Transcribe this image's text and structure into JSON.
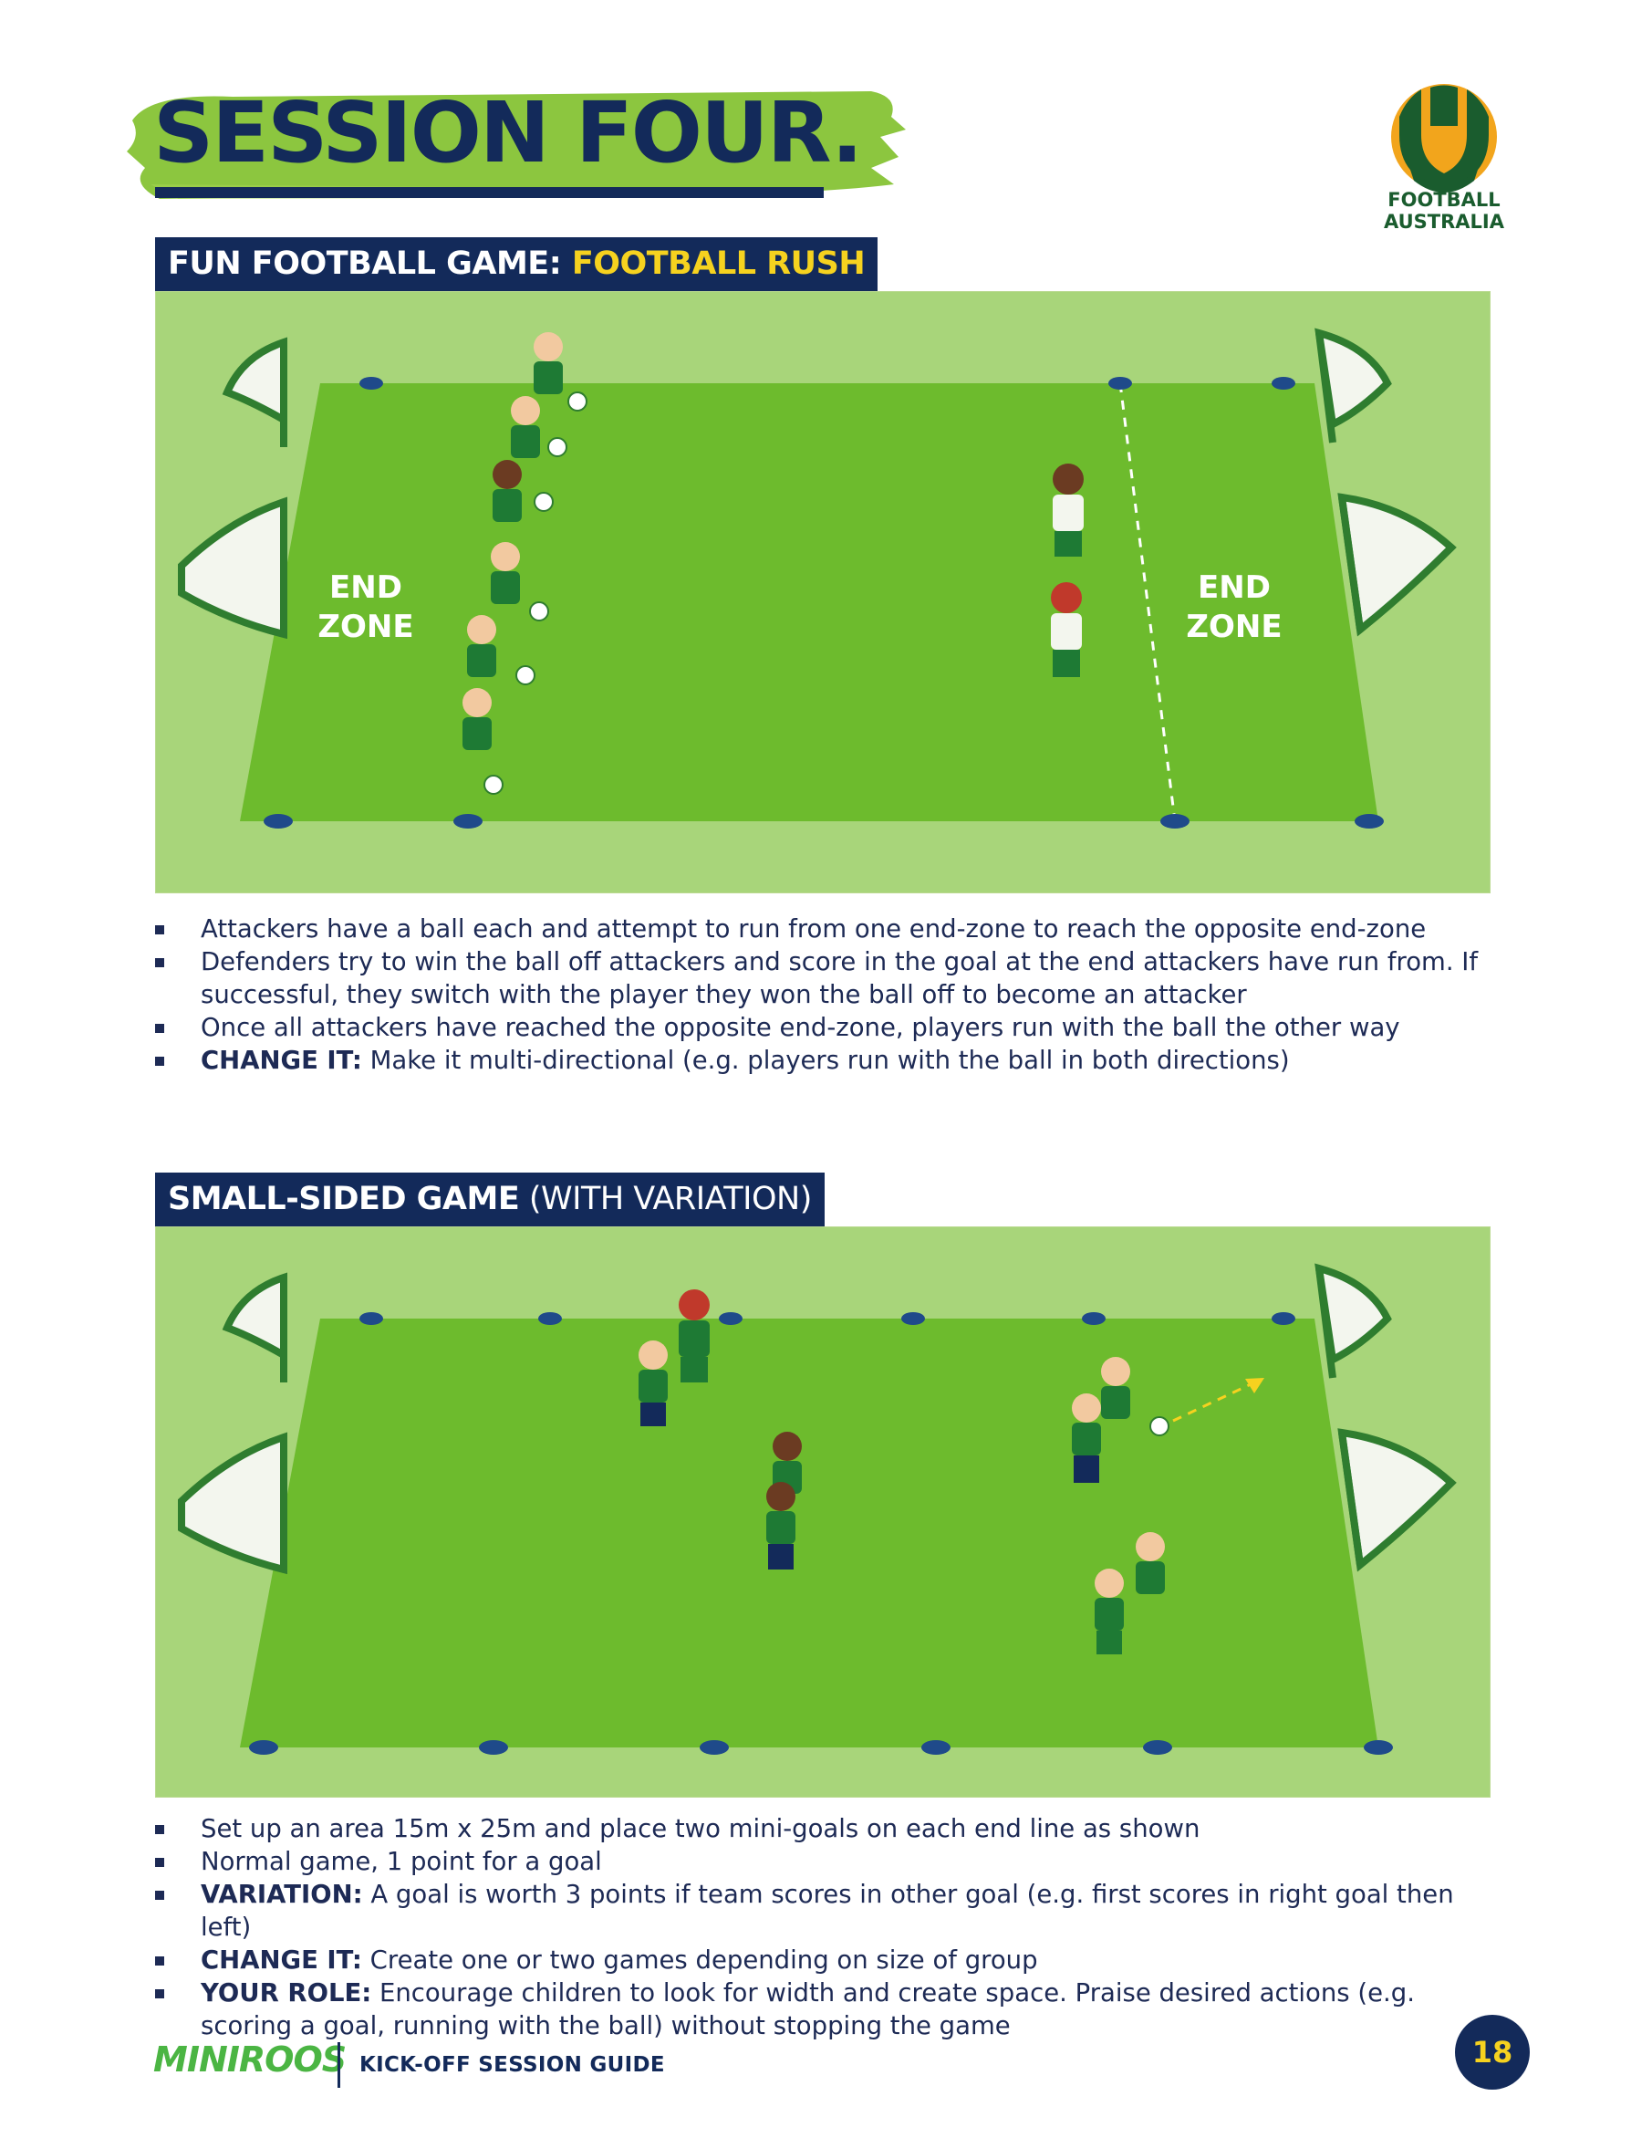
{
  "header": {
    "title": "SESSION FOUR.",
    "logo_text": "FOOTBALL AUSTRALIA"
  },
  "section1": {
    "label_prefix": "FUN FOOTBALL GAME:",
    "label_highlight": "FOOTBALL RUSH",
    "end_zone_left": [
      "END",
      "ZONE"
    ],
    "end_zone_right": [
      "END",
      "ZONE"
    ],
    "bullets": [
      {
        "bold": "",
        "text": "Attackers have a ball each and attempt to run from one end-zone to reach the opposite end-zone"
      },
      {
        "bold": "",
        "text": "Defenders try to win the ball off attackers and score in the goal at the end attackers have run from. If successful, they switch with the player they won the ball off to become an attacker"
      },
      {
        "bold": "",
        "text": "Once all attackers have reached the opposite end-zone, players run with the ball the other way"
      },
      {
        "bold": "CHANGE IT:",
        "text": " Make it multi-directional (e.g. players run with the ball in both directions)"
      }
    ]
  },
  "section2": {
    "label_bold": "SMALL-SIDED GAME",
    "label_light": " (WITH VARIATION)",
    "bullets": [
      {
        "bold": "",
        "text": "Set up an area 15m x 25m and place two mini-goals on each end line as shown"
      },
      {
        "bold": "",
        "text": "Normal game, 1 point for a goal"
      },
      {
        "bold": "VARIATION:",
        "text": " A goal is worth 3 points if team scores in other goal (e.g. first scores in right goal then left)"
      },
      {
        "bold": "CHANGE IT:",
        "text": " Create one or two games depending on size of group"
      },
      {
        "bold": "YOUR ROLE:",
        "text": " Encourage children to look for width and create space. Praise desired actions (e.g. scoring a goal, running with the ball) without stopping the game"
      }
    ]
  },
  "footer": {
    "brand": "MINIROOS",
    "guide": "KICK-OFF SESSION GUIDE",
    "page_number": "18"
  },
  "colors": {
    "navy": "#132a5a",
    "yellow": "#f6d21f",
    "grass_outer": "#a8d57a",
    "grass_inner": "#6dbb2d",
    "brush": "#8cc63f"
  }
}
